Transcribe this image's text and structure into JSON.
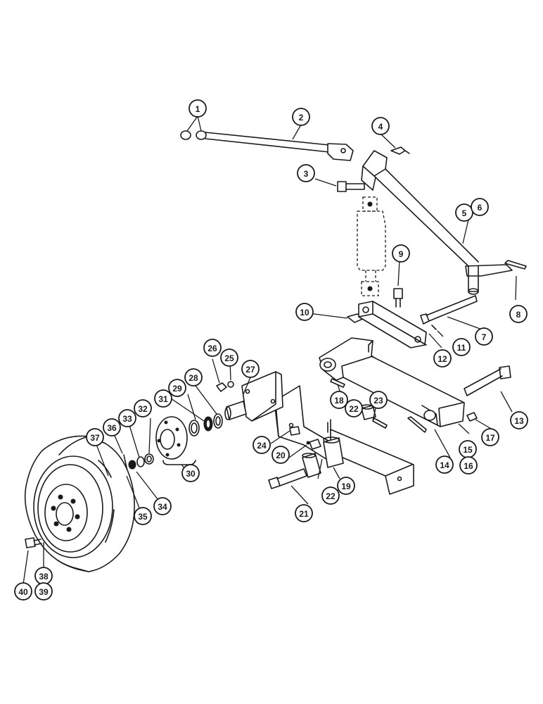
{
  "diagram": {
    "type": "exploded-parts-view",
    "callouts": [
      {
        "id": "c1",
        "label": "1"
      },
      {
        "id": "c2",
        "label": "2"
      },
      {
        "id": "c3",
        "label": "3"
      },
      {
        "id": "c4",
        "label": "4"
      },
      {
        "id": "c5",
        "label": "5"
      },
      {
        "id": "c6",
        "label": "6"
      },
      {
        "id": "c7",
        "label": "7"
      },
      {
        "id": "c8",
        "label": "8"
      },
      {
        "id": "c9",
        "label": "9"
      },
      {
        "id": "c10",
        "label": "10"
      },
      {
        "id": "c11",
        "label": "11"
      },
      {
        "id": "c12",
        "label": "12"
      },
      {
        "id": "c13",
        "label": "13"
      },
      {
        "id": "c14",
        "label": "14"
      },
      {
        "id": "c15",
        "label": "15"
      },
      {
        "id": "c16",
        "label": "16"
      },
      {
        "id": "c17",
        "label": "17"
      },
      {
        "id": "c18",
        "label": "18"
      },
      {
        "id": "c19",
        "label": "19"
      },
      {
        "id": "c20",
        "label": "20"
      },
      {
        "id": "c21",
        "label": "21"
      },
      {
        "id": "c22a",
        "label": "22"
      },
      {
        "id": "c22b",
        "label": "22"
      },
      {
        "id": "c23",
        "label": "23"
      },
      {
        "id": "c24",
        "label": "24"
      },
      {
        "id": "c25",
        "label": "25"
      },
      {
        "id": "c26",
        "label": "26"
      },
      {
        "id": "c27",
        "label": "27"
      },
      {
        "id": "c28",
        "label": "28"
      },
      {
        "id": "c29",
        "label": "29"
      },
      {
        "id": "c30",
        "label": "30"
      },
      {
        "id": "c31",
        "label": "31"
      },
      {
        "id": "c32",
        "label": "32"
      },
      {
        "id": "c33",
        "label": "33"
      },
      {
        "id": "c34",
        "label": "34"
      },
      {
        "id": "c35",
        "label": "35"
      },
      {
        "id": "c36",
        "label": "36"
      },
      {
        "id": "c37",
        "label": "37"
      },
      {
        "id": "c38",
        "label": "38"
      },
      {
        "id": "c39",
        "label": "39"
      },
      {
        "id": "c40",
        "label": "40"
      }
    ]
  }
}
